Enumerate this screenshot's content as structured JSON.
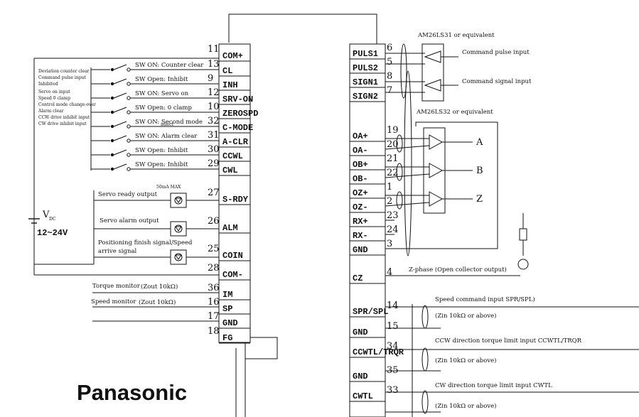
{
  "brand": "Panasonic",
  "left_connector": {
    "pins": [
      {
        "num": "11",
        "label": "COM+"
      },
      {
        "num": "13",
        "label": "CL"
      },
      {
        "num": "9",
        "label": "INH"
      },
      {
        "num": "12",
        "label": "SRV-ON"
      },
      {
        "num": "10",
        "label": "ZEROSPD"
      },
      {
        "num": "32",
        "label": "C-MODE"
      },
      {
        "num": "31",
        "label": "A-CLR"
      },
      {
        "num": "30",
        "label": "CCWL"
      },
      {
        "num": "29",
        "label": "CWL"
      },
      {
        "num": "27",
        "label": "S-RDY"
      },
      {
        "num": "26",
        "label": "ALM"
      },
      {
        "num": "25",
        "label": "COIN"
      },
      {
        "num": "28",
        "label": "COM-"
      },
      {
        "num": "36",
        "label": "IM"
      },
      {
        "num": "16",
        "label": "SP"
      },
      {
        "num": "17",
        "label": "GND"
      },
      {
        "num": "18",
        "label": "FG"
      }
    ]
  },
  "switches": [
    {
      "text": "SW ON: Counter clear"
    },
    {
      "text": "SW Open: Inhibit"
    },
    {
      "text": "SW ON: Servo on"
    },
    {
      "text": "SW Open: 0 clamp"
    },
    {
      "text": "SW ON: Second mode"
    },
    {
      "text": "SW ON: Alarm clear"
    },
    {
      "text": "SW Open: Inhibit"
    },
    {
      "text": "SW Open: Inhibit"
    }
  ],
  "switch_select_note": "select",
  "side_notes": [
    "Deviation counter clear",
    "Command pulse input",
    "Inhibited",
    "Servo on input",
    "Speed 0 clamp",
    "Control mode change-over",
    "Alarm clear",
    "CCW drive inhibit input",
    "CW drive inhibit input"
  ],
  "outputs": {
    "servo_ready": "Servo ready output",
    "current_note": "50mA MAX",
    "servo_alarm": "Servo alarm output",
    "positioning_1": "Positioning finish signal/Speed",
    "positioning_2": "arrive signal"
  },
  "supply": {
    "vdc": "V",
    "vdc_sub": "DC",
    "range": "12~24V"
  },
  "monitors": {
    "torque": "Torque monitor",
    "torque_z": "(Zout 10kΩ)",
    "speed": "Speed monitor",
    "speed_z": "(Zout 10kΩ)"
  },
  "right_connector": {
    "pins": [
      {
        "num": "6",
        "label": "PULS1"
      },
      {
        "num": "5",
        "label": "PULS2"
      },
      {
        "num": "8",
        "label": "SIGN1"
      },
      {
        "num": "7",
        "label": "SIGN2"
      },
      {
        "num": "19",
        "label": "OA+"
      },
      {
        "num": "20",
        "label": "OA-"
      },
      {
        "num": "21",
        "label": "OB+"
      },
      {
        "num": "22",
        "label": "OB-"
      },
      {
        "num": "1",
        "label": "OZ+"
      },
      {
        "num": "2",
        "label": "OZ-"
      },
      {
        "num": "23",
        "label": "RX+"
      },
      {
        "num": "24",
        "label": "RX-"
      },
      {
        "num": "3",
        "label": "GND"
      },
      {
        "num": "4",
        "label": "CZ"
      },
      {
        "num": "14",
        "label": "SPR/SPL"
      },
      {
        "num": "15",
        "label": "GND"
      },
      {
        "num": "34",
        "label": "CCWTL/TRQR"
      },
      {
        "num": "35",
        "label": "GND"
      },
      {
        "num": "33",
        "label": "CWTL"
      }
    ]
  },
  "line_driver": {
    "chip": "AM26LS31 or equivalent",
    "cmd_pulse": "Command pulse input",
    "cmd_sign": "Command signal input"
  },
  "line_receiver": {
    "chip": "AM26LS32 or equivalent",
    "out_a": "A",
    "out_b": "B",
    "out_z": "Z"
  },
  "z_phase": "Z-phase (Open collector output)",
  "analog_inputs": {
    "speed_cmd": "Speed command input SPR/SPL)",
    "speed_cmd_z": "(Zin 10kΩ or above)",
    "ccw_limit": "CCW direction torque limit input CCWTL/TRQR",
    "ccw_limit_z": "(Zin 10kΩ or above)",
    "cw_limit": "CW direction torque limit input CWTL",
    "cw_limit_z": "(Zin 10kΩ or above)"
  }
}
